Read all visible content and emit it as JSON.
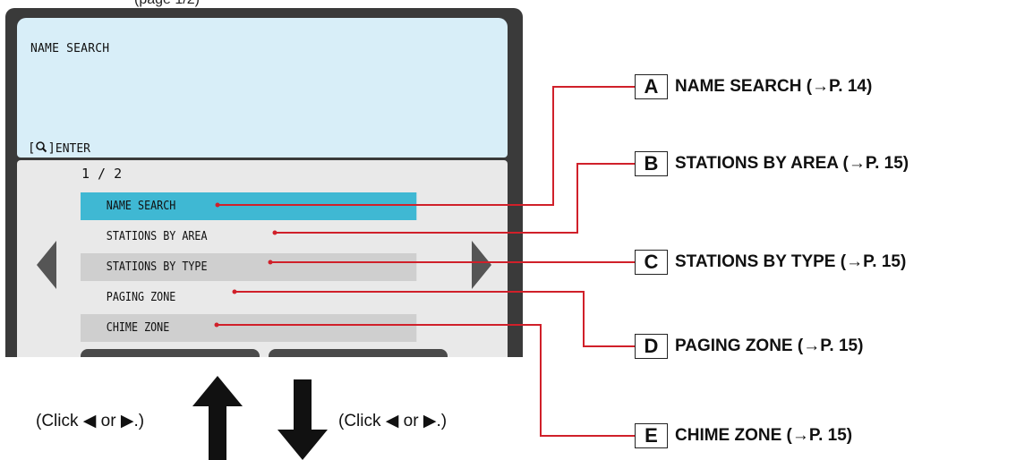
{
  "top_caption": "(page 1/2)",
  "screen": {
    "title": "NAME SEARCH",
    "enter_hint": "ENTER",
    "page_indicator": "1 / 2"
  },
  "menu": {
    "items": [
      {
        "label": "NAME SEARCH"
      },
      {
        "label": "STATIONS BY AREA"
      },
      {
        "label": "STATIONS BY TYPE"
      },
      {
        "label": "PAGING ZONE"
      },
      {
        "label": "CHIME ZONE"
      }
    ],
    "selected_index": 0
  },
  "callouts": [
    {
      "letter": "A",
      "text": "NAME SEARCH (→P. 14)"
    },
    {
      "letter": "B",
      "text": "STATIONS BY AREA (→P. 15)"
    },
    {
      "letter": "C",
      "text": "STATIONS BY TYPE (→P. 15)"
    },
    {
      "letter": "D",
      "text": "PAGING ZONE (→P. 15)"
    },
    {
      "letter": "E",
      "text": "CHIME ZONE (→P. 15)"
    }
  ],
  "navigation_hints": {
    "up_hint": "(Click ◀ or ▶.)",
    "down_hint": "(Click ◀ or ▶.)"
  },
  "colors": {
    "selected": "#3fb8d3",
    "info_panel": "#d8eef8",
    "callout_line": "#d0202a",
    "arrow": "#555555"
  },
  "icons": [
    "search-icon",
    "arrow-left-icon",
    "arrow-right-icon",
    "arrow-up-icon",
    "arrow-down-icon"
  ]
}
